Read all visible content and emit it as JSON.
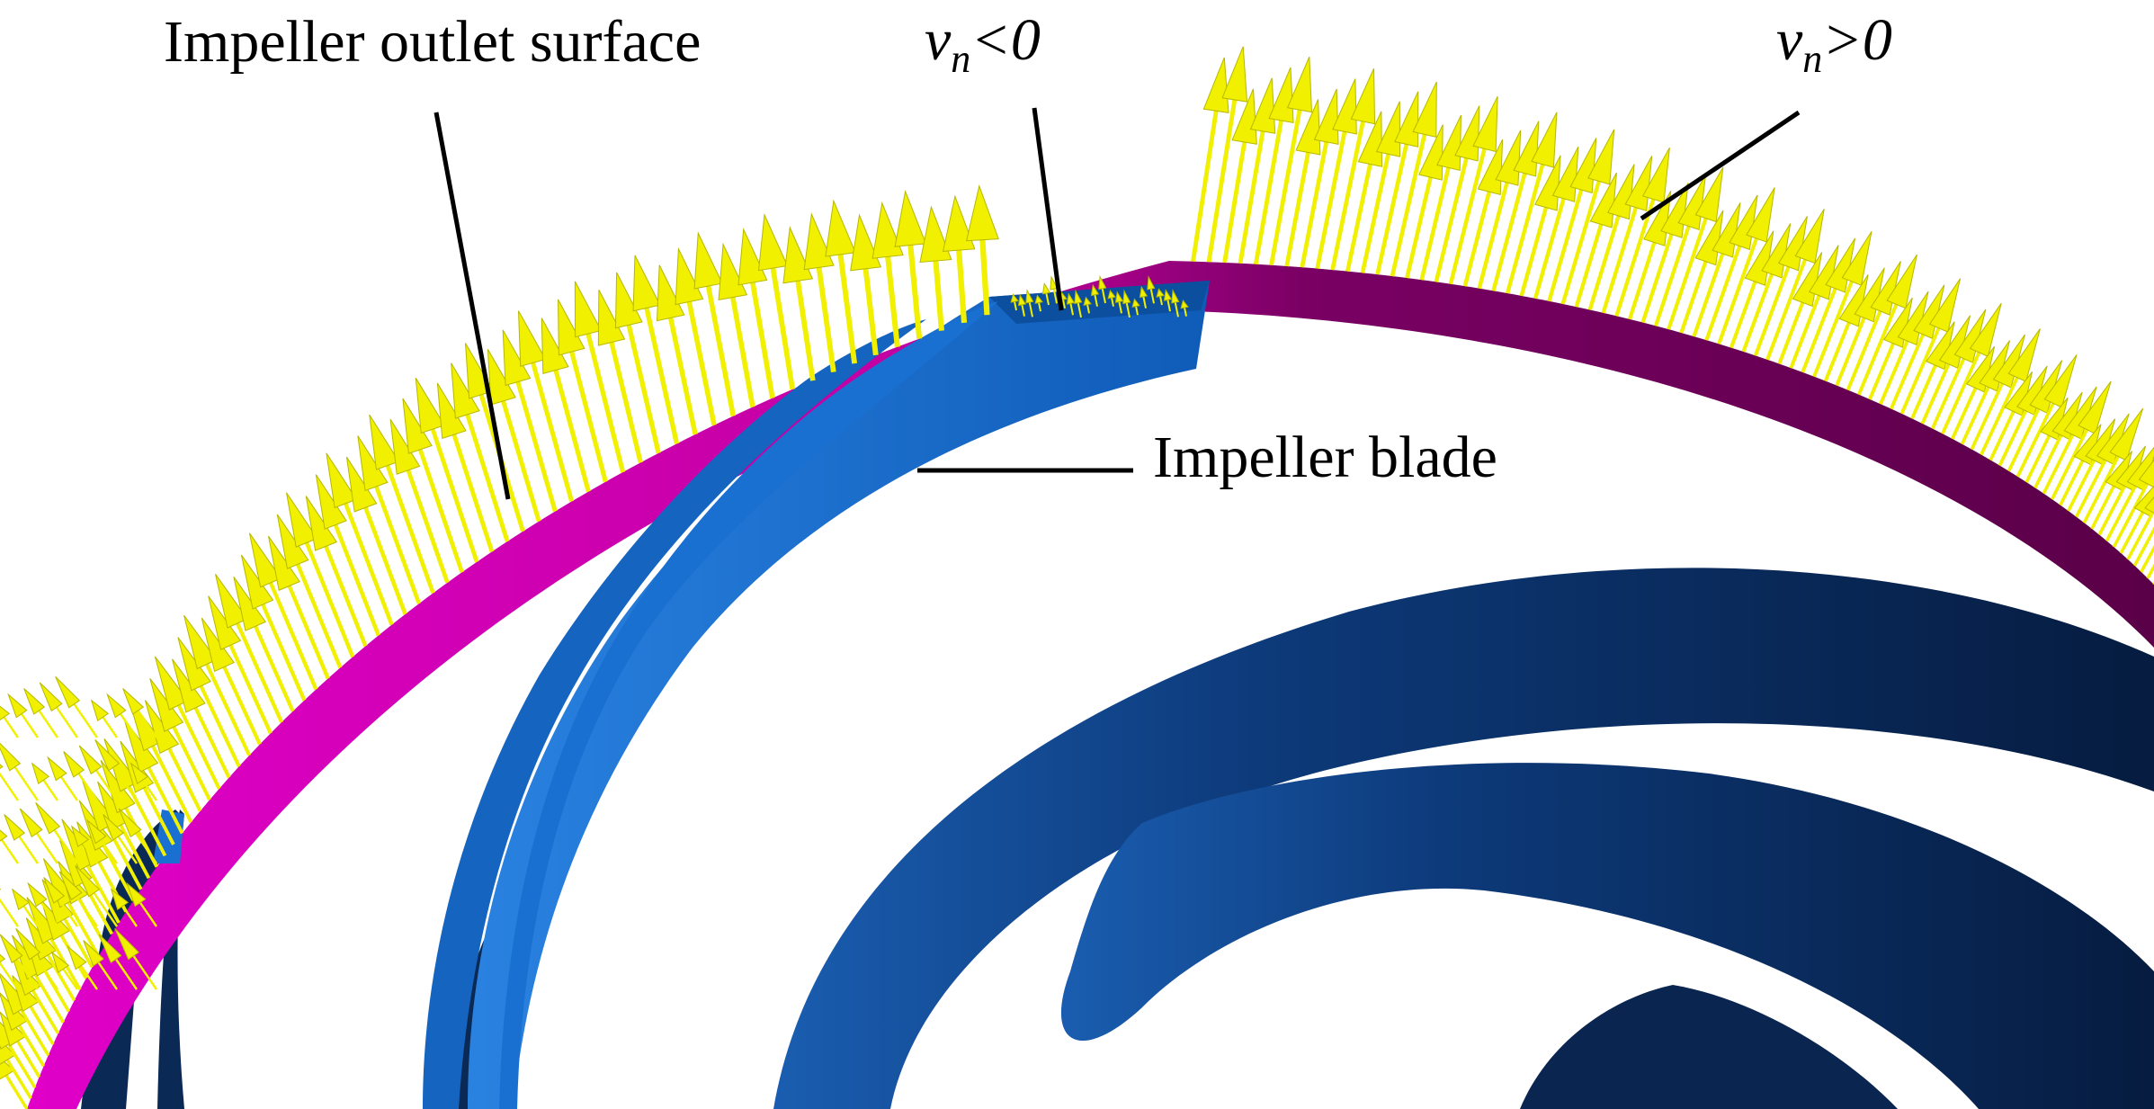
{
  "labels": {
    "outlet_surface": "Impeller outlet surface",
    "blade": "Impeller blade",
    "vn_neg": {
      "var": "v",
      "sub": "n",
      "rel": "<0"
    },
    "vn_pos": {
      "var": "v",
      "sub": "n",
      "rel": ">0"
    }
  },
  "colors": {
    "outlet_surface_light": "#e000c8",
    "outlet_surface_dark": "#5a0048",
    "vectors": "#f0f000",
    "blade_light": "#1266c8",
    "blade_dark": "#0a2a55",
    "leader_lines": "#000000"
  }
}
